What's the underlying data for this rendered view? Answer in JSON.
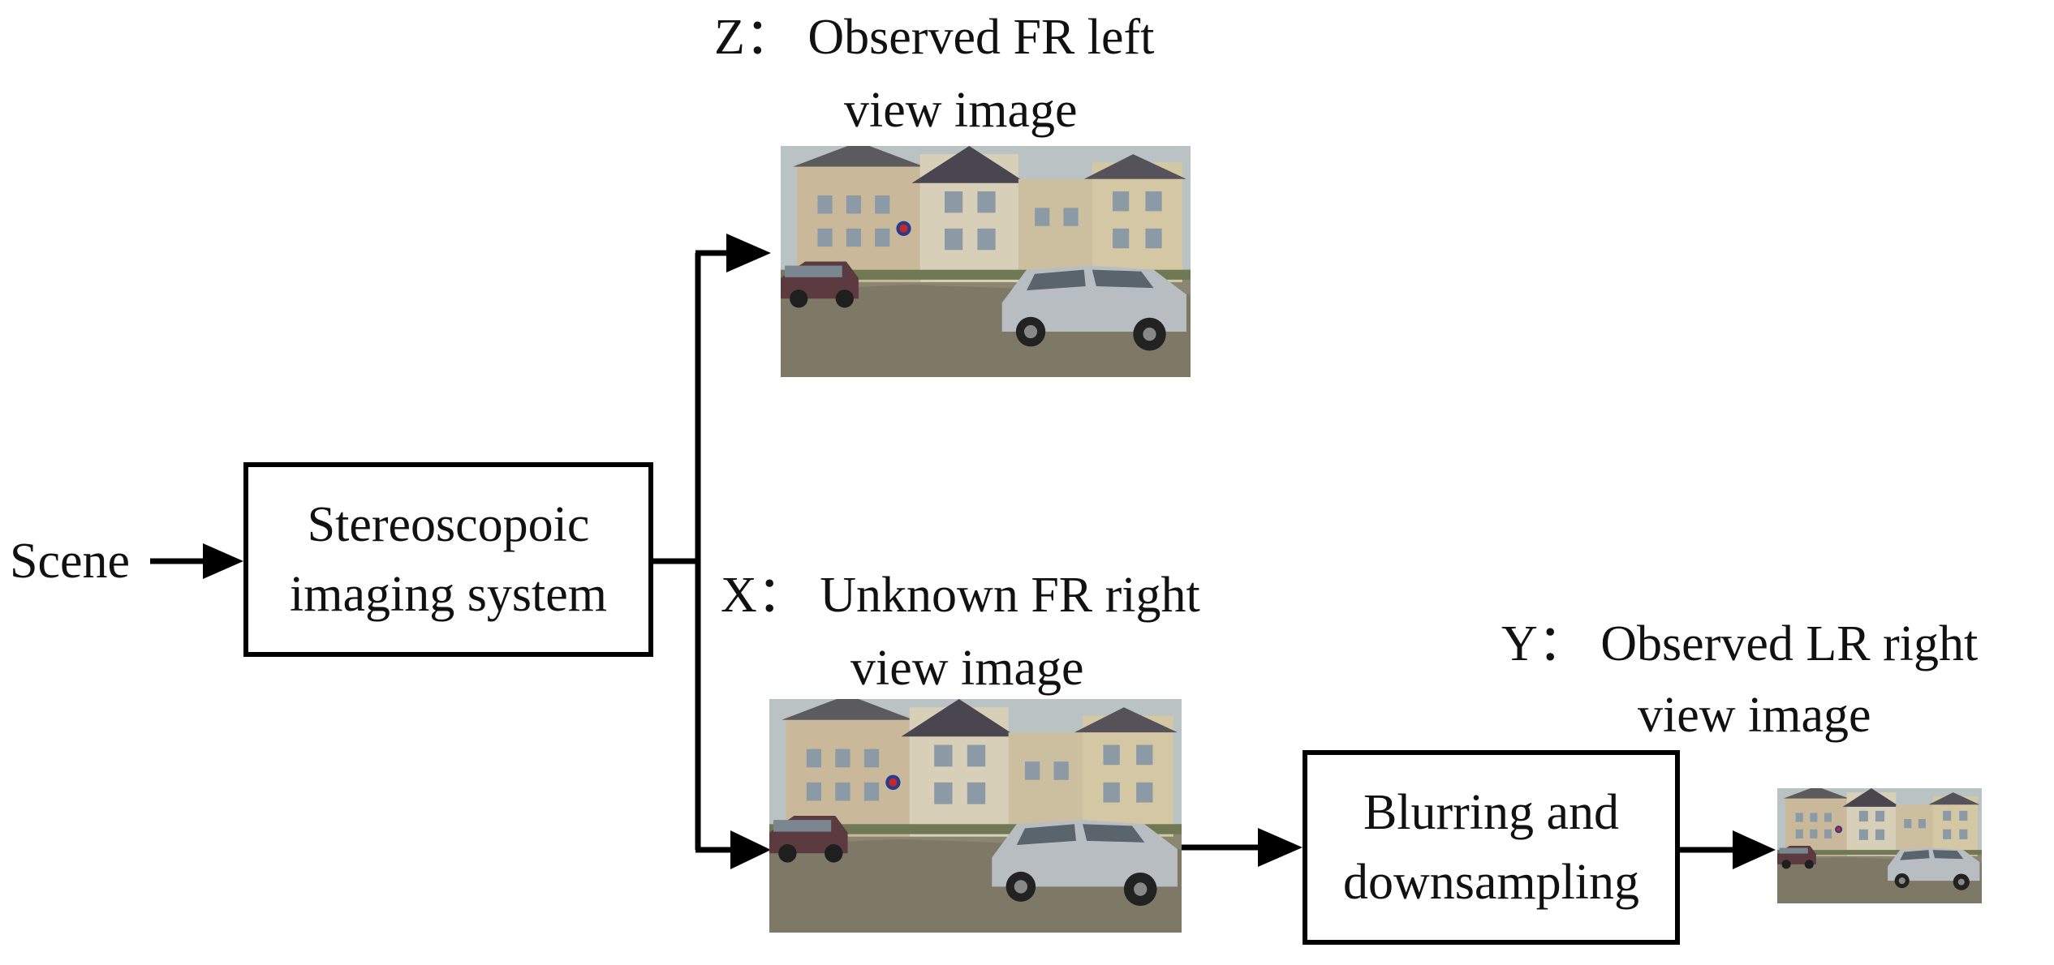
{
  "scene_label": "Scene",
  "imaging_box": {
    "line1": "Stereoscopoic",
    "line2": "imaging system"
  },
  "z_label": {
    "line1": "Z：  Observed  FR left",
    "line2": "view image"
  },
  "x_label": {
    "line1": "X：  Unknown FR right",
    "line2": "view image"
  },
  "y_label": {
    "line1": "Y：  Observed LR right",
    "line2": "view image"
  },
  "blur_box": {
    "line1": "Blurring and",
    "line2": "downsampling"
  },
  "colors": {
    "line": "#000000",
    "text": "#111111",
    "box_border": "#000000"
  }
}
